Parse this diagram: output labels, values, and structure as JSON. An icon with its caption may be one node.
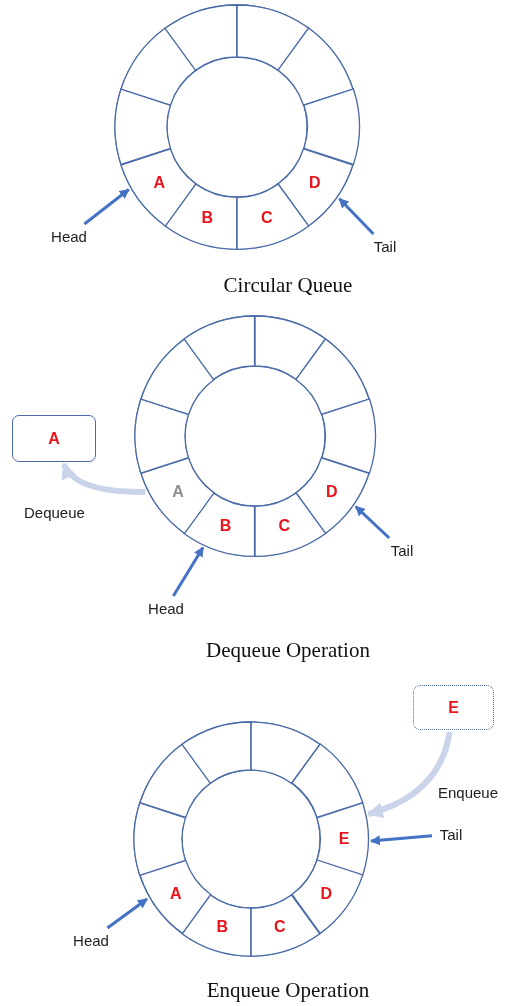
{
  "diagram": {
    "nodes": [
      {
        "text": [],
        "shape": "circle"
      },
      {
        "text": [],
        "shape": "segment",
        "in": 0
      },
      {
        "text": [],
        "shape": "segment",
        "in": 0
      },
      {
        "text": [],
        "shape": "segment",
        "in": 0
      },
      {
        "text": [
          "D"
        ],
        "in": 0
      },
      {
        "text": [
          "C"
        ],
        "in": 0
      },
      {
        "text": [
          "B"
        ],
        "in": 0
      },
      {
        "text": [
          "A"
        ],
        "in": 0
      },
      {
        "text": [],
        "shape": "segment",
        "in": 0
      },
      {
        "text": [],
        "shape": "segment",
        "in": 0
      },
      {
        "text": [],
        "shape": "segment",
        "in": 0
      },
      {
        "text": [
          "Head"
        ]
      },
      {
        "text": [
          "Tail"
        ]
      },
      {
        "text": [],
        "shape": "circle"
      },
      {
        "text": [],
        "shape": "segment",
        "in": 13
      },
      {
        "text": [],
        "shape": "segment",
        "in": 13
      },
      {
        "text": [],
        "shape": "segment",
        "in": 13
      },
      {
        "text": [
          "D"
        ],
        "in": 13
      },
      {
        "text": [
          "C"
        ],
        "in": 13
      },
      {
        "text": [
          "B"
        ],
        "in": 13
      },
      {
        "text": [
          "A"
        ],
        "in": 13
      },
      {
        "text": [],
        "shape": "segment",
        "in": 13
      },
      {
        "text": [],
        "shape": "segment",
        "in": 13
      },
      {
        "text": [],
        "shape": "segment",
        "in": 13
      },
      {
        "text": [
          "A"
        ]
      },
      {
        "text": [
          "Tail"
        ]
      },
      {
        "text": [
          "Head"
        ]
      },
      {
        "text": [
          "E"
        ]
      },
      {
        "text": [],
        "shape": "circle"
      },
      {
        "text": [],
        "shape": "segment",
        "in": 28
      },
      {
        "text": [],
        "shape": "segment",
        "in": 28
      },
      {
        "text": [
          "E"
        ],
        "in": 28
      },
      {
        "text": [
          "D"
        ],
        "in": 28
      },
      {
        "text": [
          "C"
        ],
        "in": 28
      },
      {
        "text": [
          "B"
        ],
        "in": 28
      },
      {
        "text": [
          "A"
        ],
        "in": 28
      },
      {
        "text": [],
        "shape": "segment",
        "in": 28
      },
      {
        "text": [],
        "shape": "segment",
        "in": 28
      },
      {
        "text": [],
        "shape": "segment",
        "in": 28
      },
      {
        "text": [
          "Tail"
        ]
      },
      {
        "text": [
          "Head"
        ]
      }
    ],
    "edges": [
      {
        "from": 11,
        "to": 7,
        "arrow": "to"
      },
      {
        "from": 12,
        "to": 4,
        "arrow": "to"
      },
      {
        "from": 20,
        "to": 24,
        "arrow": "to",
        "label": "Dequeue",
        "style": "thick",
        "color": "#c9d3ea"
      },
      {
        "from": 25,
        "to": 17,
        "arrow": "to"
      },
      {
        "from": 26,
        "to": 19,
        "arrow": "to"
      },
      {
        "from": 27,
        "to": 31,
        "arrow": "to",
        "label": "Enqueue",
        "style": "thick",
        "color": "#c9d3ea"
      },
      {
        "from": 39,
        "to": 31,
        "arrow": "to"
      },
      {
        "from": 40,
        "to": 35,
        "arrow": "to"
      }
    ],
    "labels": [
      "Circular Queue",
      "Dequeue Operation",
      "Enqueue Operation"
    ]
  }
}
